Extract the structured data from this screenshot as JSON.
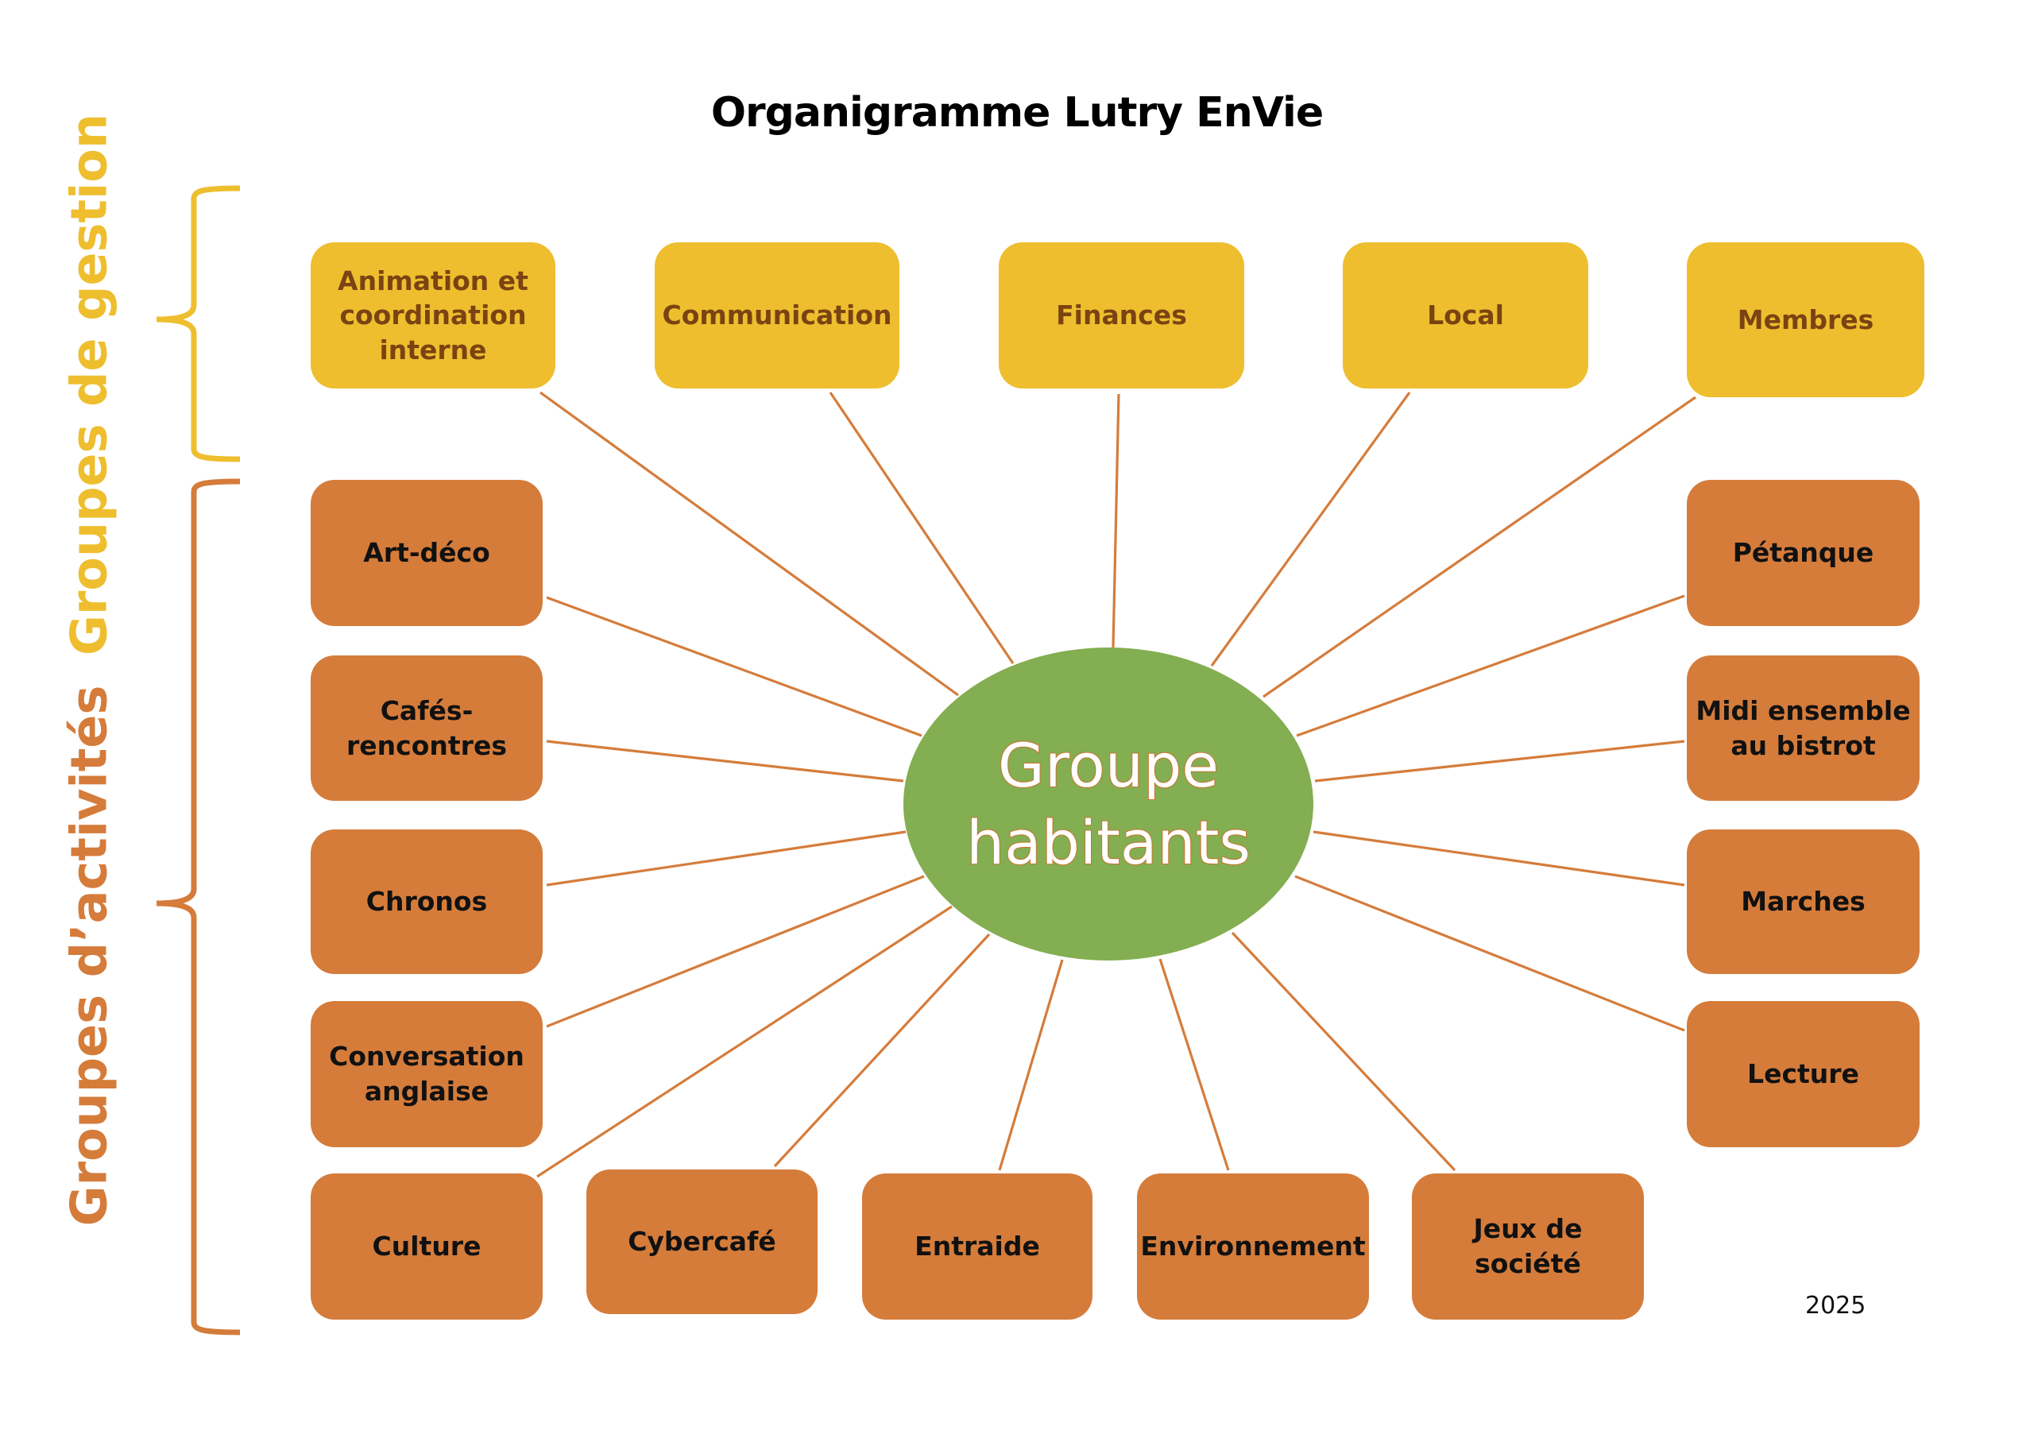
{
  "title": "Organigramme Lutry EnVie",
  "colors": {
    "gestion_fill": "#EEBE2E",
    "gestion_text": "#7A4312",
    "activite_fill": "#D57C3B",
    "activite_text": "#111111",
    "center_fill": "#83AE51",
    "connector": "#D57C3B",
    "gestion_label": "#EEBE2E",
    "activite_label": "#D57C3B"
  },
  "side_labels": {
    "gestion": "Groupes de gestion",
    "activites": "Groupes d’activités"
  },
  "center": {
    "label": "Groupe\nhabitants"
  },
  "gestion_groups": [
    {
      "label": "Animation et\ncoordination\ninterne"
    },
    {
      "label": "Communication"
    },
    {
      "label": "Finances"
    },
    {
      "label": "Local"
    },
    {
      "label": "Membres"
    }
  ],
  "activity_groups_left": [
    {
      "label": "Art-déco"
    },
    {
      "label": "Cafés-\nrencontres"
    },
    {
      "label": "Chronos"
    },
    {
      "label": "Conversation\nanglaise"
    },
    {
      "label": "Culture"
    }
  ],
  "activity_groups_bottom": [
    {
      "label": "Cybercafé"
    },
    {
      "label": "Entraide"
    },
    {
      "label": "Environnement"
    },
    {
      "label": "Jeux de société"
    }
  ],
  "activity_groups_right": [
    {
      "label": "Pétanque"
    },
    {
      "label": "Midi ensemble\nau bistrot"
    },
    {
      "label": "Marches"
    },
    {
      "label": "Lecture"
    }
  ],
  "year": "2025"
}
